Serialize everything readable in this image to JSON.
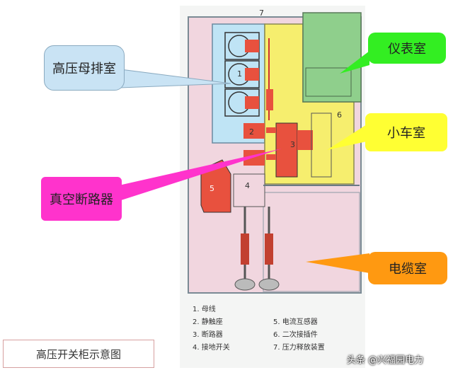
{
  "callouts": {
    "busbar_room": "高压母排室",
    "vacuum_breaker": "真空断路器",
    "instrument_room": "仪表室",
    "trolley_room": "小车室",
    "cable_room": "电缆室"
  },
  "component_numbers": {
    "n1": "1",
    "n2": "2",
    "n3": "3",
    "n4": "4",
    "n5": "5",
    "n6": "6",
    "n7": "7"
  },
  "legend": {
    "item1": "1. 母线",
    "item2": "2. 静触座",
    "item3": "3. 断路器",
    "item4": "4. 接地开关",
    "item5": "5. 电流互感器",
    "item6": "6. 二次接插件",
    "item7": "7. 压力释放装置"
  },
  "caption": "高压开关柜示意图",
  "watermark": "头条 @兴福园电力",
  "colors": {
    "busbar_room": "#bfe4f5",
    "trolley_room": "#f6ee6e",
    "instrument_room": "#8fcf8c",
    "cable_room": "#f1d6df",
    "contacts": "#e8513e",
    "callout_busbar": "#c9e3f4",
    "callout_breaker": "#ff33cc",
    "callout_instrument": "#33ee22",
    "callout_trolley": "#ffff33",
    "callout_cable": "#ff9911"
  }
}
